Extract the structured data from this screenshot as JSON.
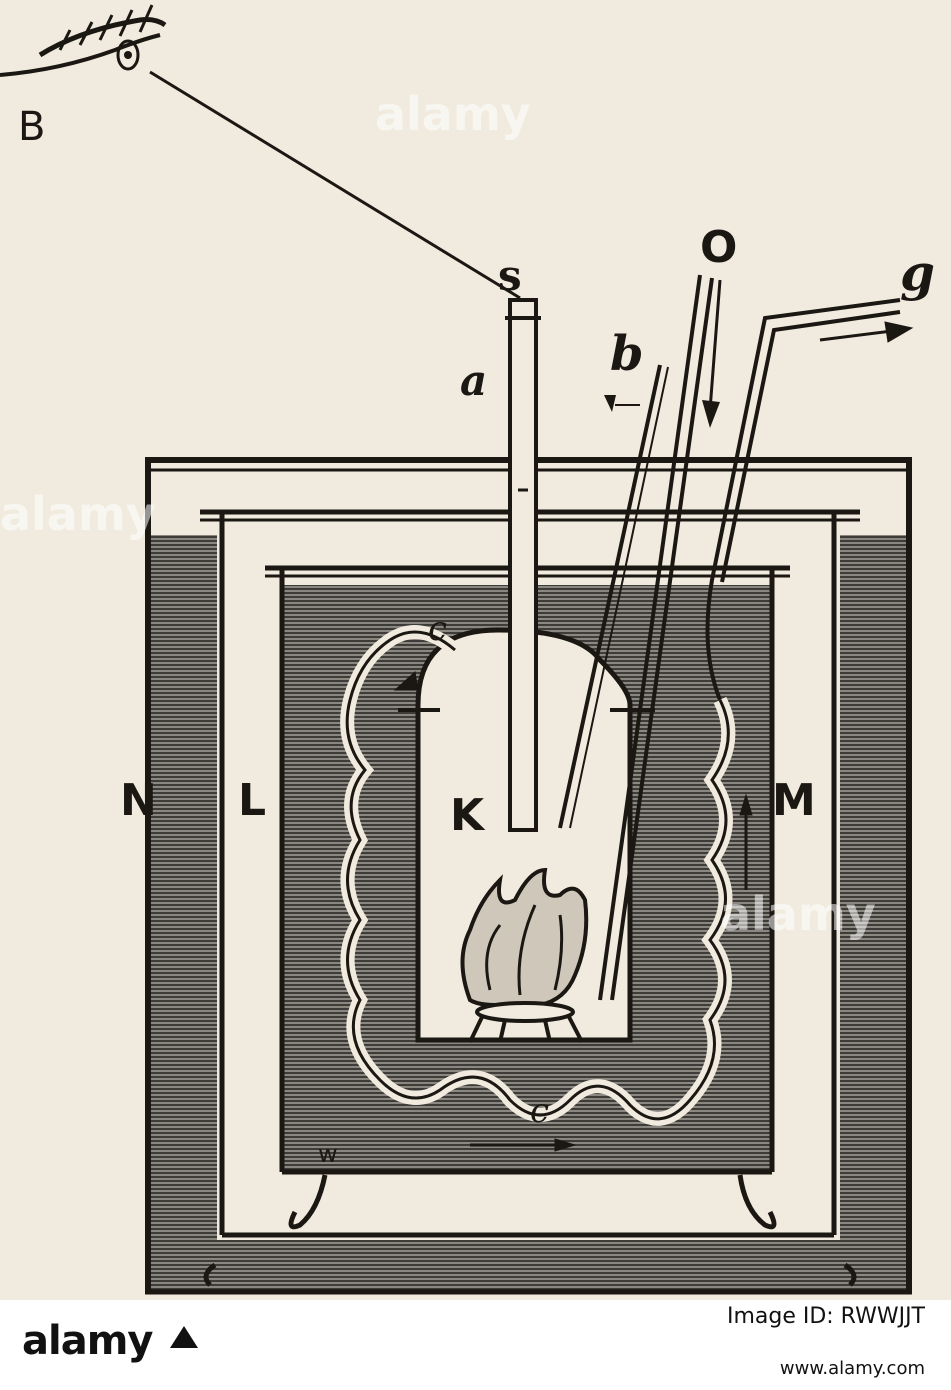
{
  "figure": {
    "labels": {
      "B": "B",
      "s": "s",
      "a": "a",
      "b": "b",
      "O": "O",
      "g": "g",
      "c_top": "c",
      "c_bottom": "c",
      "N": "N",
      "L": "L",
      "K": "K",
      "M": "M",
      "w": "w"
    },
    "watermark": "alamy"
  },
  "footer": {
    "brand": "alamy",
    "image_id_label": "Image ID: RWWJJT",
    "image_id": "",
    "site": "www.alamy.com"
  },
  "colors": {
    "paper": "#f1ebdf",
    "ink": "#1b1712",
    "water": "#6b6a66"
  }
}
